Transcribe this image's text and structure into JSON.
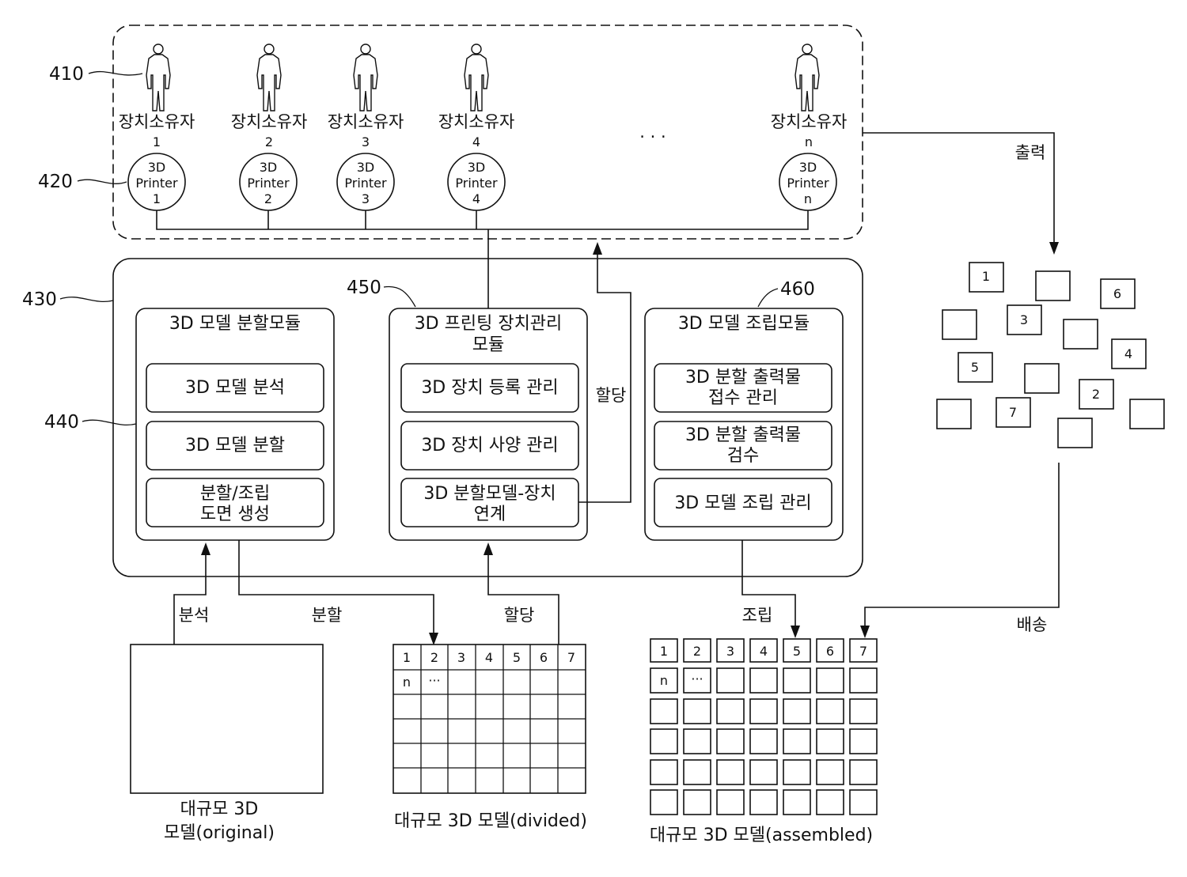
{
  "refs": {
    "r410": "410",
    "r420": "420",
    "r430": "430",
    "r440": "440",
    "r450": "450",
    "r460": "460"
  },
  "owners": [
    {
      "label": "장치소유자",
      "num": "1",
      "p1": "3D",
      "p2": "Printer",
      "p3": "1"
    },
    {
      "label": "장치소유자",
      "num": "2",
      "p1": "3D",
      "p2": "Printer",
      "p3": "2"
    },
    {
      "label": "장치소유자",
      "num": "3",
      "p1": "3D",
      "p2": "Printer",
      "p3": "3"
    },
    {
      "label": "장치소유자",
      "num": "4",
      "p1": "3D",
      "p2": "Printer",
      "p3": "4"
    },
    {
      "label": "장치소유자",
      "num": "n",
      "p1": "3D",
      "p2": "Printer",
      "p3": "n"
    }
  ],
  "ellipsis": "· · ·",
  "modules": {
    "split": {
      "title": "3D 모델 분할모듈",
      "items": [
        "3D 모델 분석",
        "3D 모델 분할"
      ],
      "item3_l1": "분할/조립",
      "item3_l2": "도면 생성"
    },
    "manage": {
      "title_l1": "3D 프린팅 장치관리",
      "title_l2": "모듈",
      "items": [
        "3D 장치 등록 관리",
        "3D 장치 사양 관리"
      ],
      "item3_l1": "3D 분할모델-장치",
      "item3_l2": "연계"
    },
    "assemble": {
      "title": "3D 모델 조립모듈",
      "item1_l1": "3D 분할 출력물",
      "item1_l2": "접수 관리",
      "item2_l1": "3D 분할 출력물",
      "item2_l2": "검수",
      "item3": "3D 모델 조립 관리"
    }
  },
  "flow": {
    "output": "출력",
    "assign_right": "할당",
    "analyze": "분석",
    "divide": "분할",
    "assign_bottom": "할당",
    "assemble": "조립",
    "deliver": "배송"
  },
  "pieces": [
    "1",
    "6",
    "3",
    "4",
    "5",
    "2",
    "7"
  ],
  "bottom": {
    "original_l1": "대규모 3D",
    "original_l2": "모델(original)",
    "divided_label": "대규모 3D 모델(divided)",
    "assembled_label": "대규모 3D 모델(assembled)",
    "grid_top": [
      "1",
      "2",
      "3",
      "4",
      "5",
      "6",
      "7"
    ],
    "grid_second": [
      "n",
      "···"
    ]
  }
}
